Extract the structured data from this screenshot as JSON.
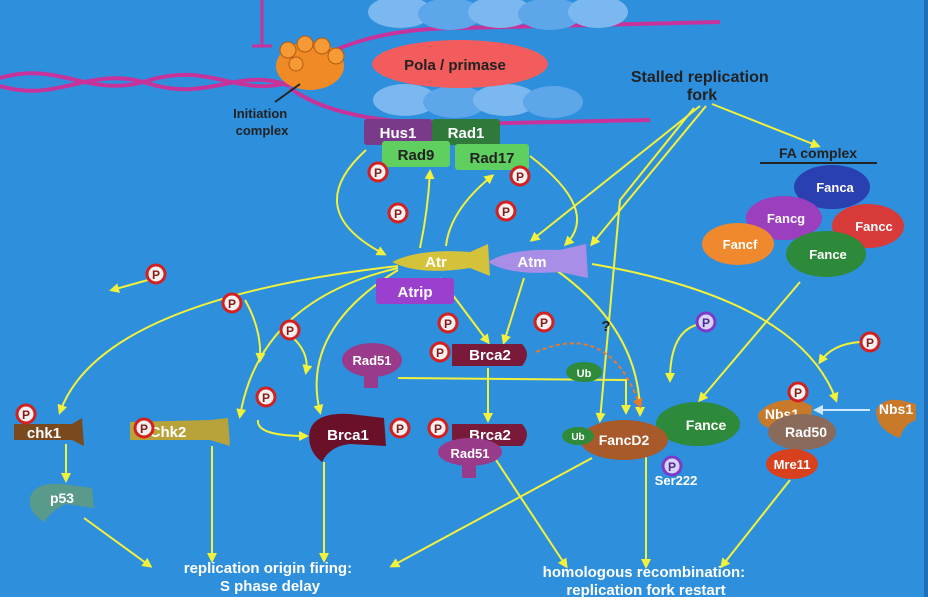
{
  "title": {
    "fork": [
      "Stalled replication",
      "fork"
    ],
    "initiation": [
      "Initiation",
      "complex"
    ]
  },
  "proteins": {
    "pola": "Pola / primase",
    "hus1": "Hus1",
    "rad1": "Rad1",
    "rad9": "Rad9",
    "rad17": "Rad17",
    "atr": "Atr",
    "atm": "Atm",
    "atrip": "Atrip",
    "rad51_top": "Rad51",
    "brca2_top": "Brca2",
    "brca2_bottom": "Brca2",
    "rad51_bottom": "Rad51",
    "brca1": "Brca1",
    "chk1": "chk1",
    "chk2": "Chk2",
    "p53": "p53",
    "ub_top": "Ub",
    "ub_left": "Ub",
    "fancd2": "FancD2",
    "fance_mid": "Fance",
    "ser222": "Ser222",
    "nbs1_left": "Nbs1",
    "nbs1_right": "Nbs1",
    "rad50": "Rad50",
    "mre11": "Mre11",
    "question": "?"
  },
  "fa_complex": {
    "title": "FA complex",
    "members": [
      "Fanca",
      "Fancg",
      "Fancc",
      "Fancf",
      "Fance"
    ]
  },
  "phospho_label": "P",
  "outcomes": {
    "left": [
      "replication origin firing:",
      "S phase delay"
    ],
    "right": [
      "homologous recombination:",
      "replication fork restart"
    ]
  },
  "colors": {
    "background": "#2e8fdc",
    "arrow": "#f2f23a",
    "dna_strand": "#c7339a",
    "phospho_ring": "#d32020",
    "phospho_ring_purple": "#7a3cc8"
  }
}
